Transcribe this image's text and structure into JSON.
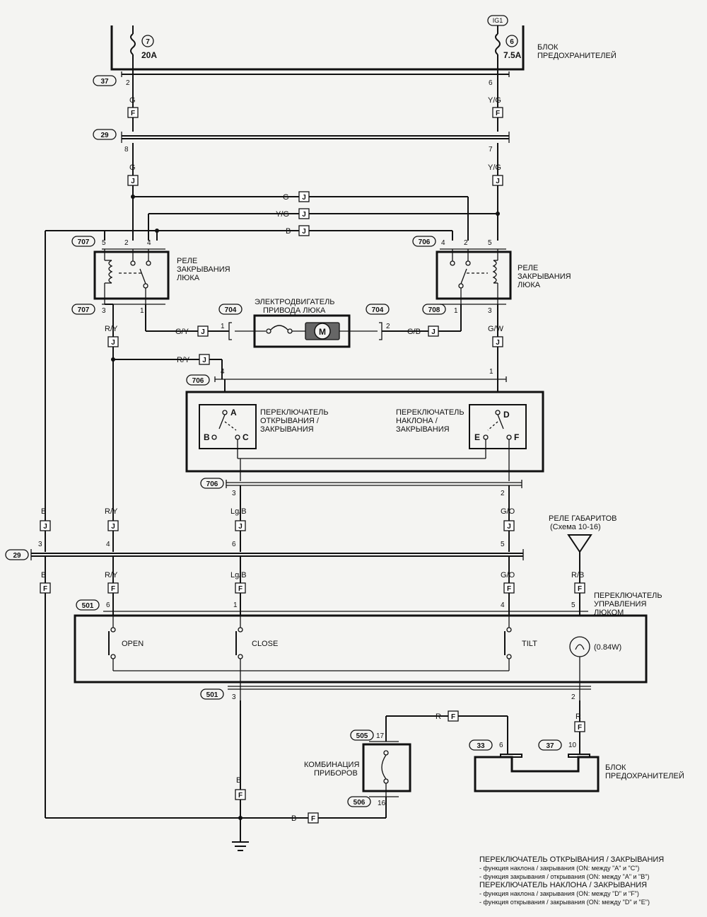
{
  "fuse_block_top": {
    "title_line1": "БЛОК",
    "title_line2": "ПРЕДОХРАНИТЕЛЕЙ",
    "fuse_left_no": "7",
    "fuse_left_rating": "20A",
    "fuse_right_no": "6",
    "fuse_right_rating": "7.5A",
    "ign_label": "IG1"
  },
  "connectors": {
    "c37": "37",
    "c29": "29",
    "c707": "707",
    "c706": "706",
    "c708": "708",
    "c704": "704",
    "c501": "501",
    "c505": "505",
    "c506": "506",
    "c33": "33"
  },
  "wire_colors": {
    "G": "G",
    "YG": "Y/G",
    "B": "B",
    "RY": "R/Y",
    "GY": "G/Y",
    "GB": "G/B",
    "GW": "G/W",
    "LgB": "Lg/B",
    "GO": "G/O",
    "RB": "R/B",
    "R": "R"
  },
  "tags": {
    "F": "F",
    "J": "J"
  },
  "pins": {
    "p1": "1",
    "p2": "2",
    "p3": "3",
    "p4": "4",
    "p5": "5",
    "p6": "6",
    "p7": "7",
    "p8": "8",
    "p10": "10",
    "p16": "16",
    "p17": "17"
  },
  "relay_left": {
    "line1": "РЕЛЕ",
    "line2": "ЗАКРЫВАНИЯ",
    "line3": "ЛЮКА"
  },
  "relay_right": {
    "line1": "РЕЛЕ",
    "line2": "ЗАКРЫВАНИЯ",
    "line3": "ЛЮКА"
  },
  "motor": {
    "line1": "ЭЛЕКТРОДВИГАТЕЛЬ",
    "line2": "ПРИВОДА ЛЮКА",
    "symbol": "M"
  },
  "switch_open_close": {
    "line1": "ПЕРЕКЛЮЧАТЕЛЬ",
    "line2": "ОТКРЫВАНИЯ /",
    "line3": "ЗАКРЫВАНИЯ",
    "a": "A",
    "b": "B",
    "c": "C"
  },
  "switch_tilt": {
    "line1": "ПЕРЕКЛЮЧАТЕЛЬ",
    "line2": "НАКЛОНА /",
    "line3": "ЗАКРЫВАНИЯ",
    "d": "D",
    "e": "E",
    "f": "F"
  },
  "tail_relay": {
    "line1": "РЕЛЕ ГАБАРИТОВ",
    "line2": "(Схема 10-16)"
  },
  "control_switch": {
    "line1": "ПЕРЕКЛЮЧАТЕЛЬ",
    "line2": "УПРАВЛЕНИЯ",
    "line3": "ЛЮКОМ",
    "open": "OPEN",
    "close": "CLOSE",
    "tilt": "TILT",
    "lamp": "(0.84W)"
  },
  "cluster": {
    "line1": "КОМБИНАЦИЯ",
    "line2": "ПРИБОРОВ"
  },
  "fuse_block_bottom": {
    "line1": "БЛОК",
    "line2": "ПРЕДОХРАНИТЕЛЕЙ"
  },
  "notes": [
    "ПЕРЕКЛЮЧАТЕЛЬ ОТКРЫВАНИЯ / ЗАКРЫВАНИЯ",
    "- функция наклона / закрывания (ON: между \"A\" и \"C\")",
    "- функция закрывания / открывания (ON: между \"A\" и \"B\")",
    "ПЕРЕКЛЮЧАТЕЛЬ НАКЛОНА / ЗАКРЫВАНИЯ",
    "- функция наклона / закрывания (ON: между \"D\" и \"F\")",
    "- функция открывания / закрывания (ON: между \"D\" и \"E\")"
  ]
}
